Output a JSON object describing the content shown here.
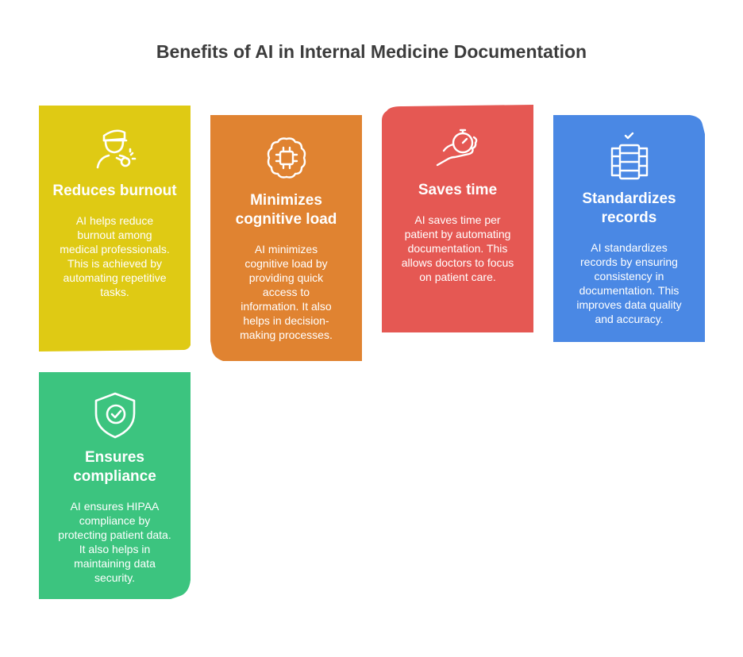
{
  "title": "Benefits of AI in Internal Medicine Documentation",
  "colors": {
    "title_text": "#3c3c3c",
    "card_text": "#ffffff"
  },
  "cards": [
    {
      "title": "Reduces burnout",
      "description": "AI helps reduce burnout among medical professionals. This is achieved by automating repetitive tasks.",
      "icon": "doctor-with-whistle-icon",
      "color": "#dfca14"
    },
    {
      "title": "Minimizes cognitive load",
      "description": "AI minimizes cognitive load by providing quick access to information. It also helps in decision-making processes.",
      "icon": "brain-chip-icon",
      "color": "#e08331"
    },
    {
      "title": "Saves time",
      "description": "AI saves time per patient by automating documentation. This allows doctors to focus on patient care.",
      "icon": "hand-stopwatch-icon",
      "color": "#e55853"
    },
    {
      "title": "Standardizes records",
      "description": "AI standardizes records by ensuring consistency in documentation. This improves data quality and accuracy.",
      "icon": "records-stack-icon",
      "color": "#4a88e4"
    },
    {
      "title": "Ensures compliance",
      "description": "AI ensures HIPAA compliance by protecting patient data. It also helps in maintaining data security.",
      "icon": "shield-check-icon",
      "color": "#3cc47f"
    }
  ]
}
